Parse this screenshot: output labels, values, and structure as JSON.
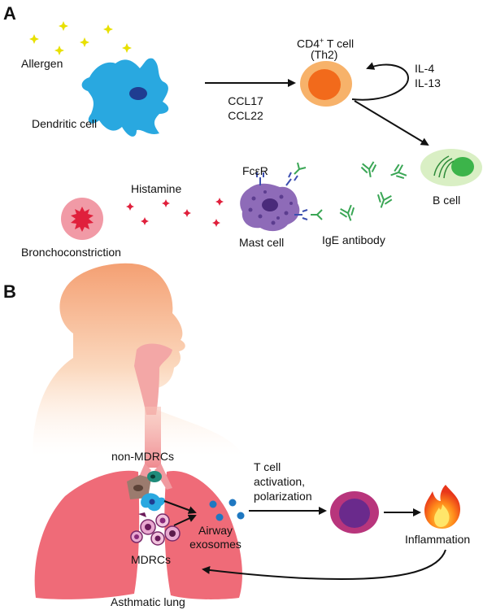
{
  "panel_a": {
    "letter": "A",
    "allergen": "Allergen",
    "dendritic_cell": "Dendritic cell",
    "chemokine_1": "CCL17",
    "chemokine_2": "CCL22",
    "t_cell": "CD4",
    "t_cell_sup": "+",
    "t_cell_suffix": " T cell",
    "t_cell_subtype": "(Th2)",
    "cytokine_1": "IL-4",
    "cytokine_2": "IL-13",
    "b_cell": "B cell",
    "receptor": "FcεR",
    "histamine": "Histamine",
    "mast_cell": "Mast cell",
    "antibody": "IgE antibody",
    "bronchoconstriction": "Bronchoconstriction"
  },
  "panel_b": {
    "letter": "B",
    "non_mdrcs": "non-MDRCs",
    "mdrcs": "MDRCs",
    "exosomes_1": "Airway",
    "exosomes_2": "exosomes",
    "activation_1": "T cell",
    "activation_2": "activation,",
    "activation_3": "polarization",
    "inflammation": "Inflammation",
    "lung": "Asthmatic lung"
  },
  "colors": {
    "allergen": "#e8e000",
    "dendritic": "#29a8e0",
    "t_cell_outer": "#f7b26a",
    "t_cell_inner": "#f26a1b",
    "b_cell_outer": "#d9efc4",
    "b_cell_inner": "#3cb44a",
    "mast_cell": "#8e6bb8",
    "antibody": "#3aa655",
    "histamine": "#e0203c",
    "lung": "#ef6b78",
    "exosome": "#1f78c1",
    "activated_cell_outer": "#b8357c",
    "activated_cell_inner": "#6a2a8c"
  }
}
